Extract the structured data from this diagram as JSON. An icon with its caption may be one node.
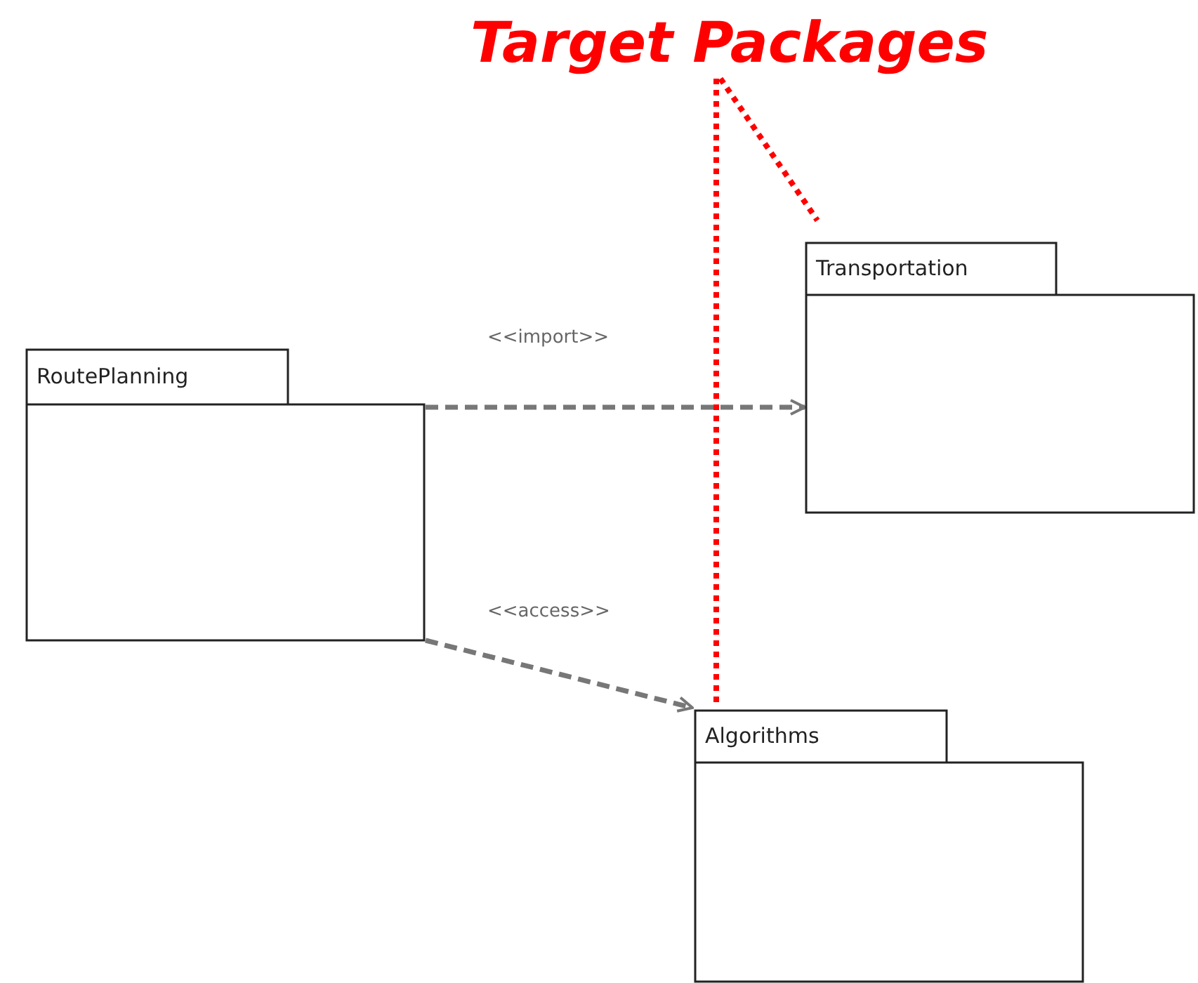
{
  "diagram": {
    "nodes": [
      {
        "text": [
          "Target Packages"
        ]
      },
      {
        "text": [
          "RoutePlanning"
        ]
      },
      {
        "text": [
          "Transportation"
        ]
      },
      {
        "text": [
          "Algorithms"
        ]
      }
    ],
    "edges": [
      {
        "from": 1,
        "to": 2,
        "arrow": "to",
        "label": "<<import>>",
        "style": "dashed"
      },
      {
        "from": 1,
        "to": 3,
        "arrow": "to",
        "label": "<<access>>",
        "style": "dashed"
      },
      {
        "from": 0,
        "to": 2,
        "arrow": "none",
        "style": "dashed",
        "color": "#ff0000"
      },
      {
        "from": 0,
        "to": 3,
        "arrow": "none",
        "style": "dashed",
        "color": "#ff0000"
      }
    ]
  }
}
